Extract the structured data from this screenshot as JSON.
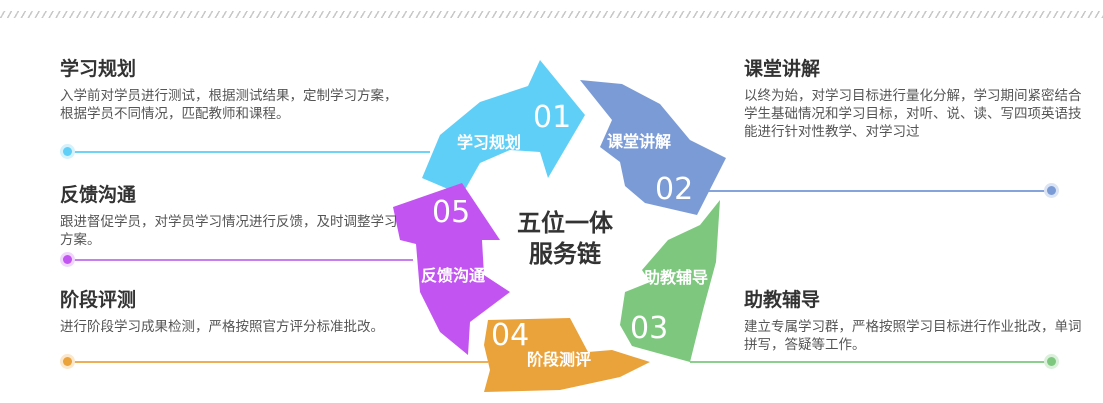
{
  "center_title": [
    "五位一体",
    "服务链"
  ],
  "steps": [
    {
      "num": "01",
      "label": "学习规划",
      "title": "学习规划",
      "desc": "入学前对学员进行测试，根据测试结果，定制学习方案，根据学员不同情况，匹配教师和课程。",
      "color": "#5fcff8"
    },
    {
      "num": "02",
      "label": "课堂讲解",
      "title": "课堂讲解",
      "desc": "以终为始，对学习目标进行量化分解，学习期间紧密结合学生基础情况和学习目标，对听、说、读、写四项英语技能进行针对性教学、对学习过",
      "color": "#7b9bd6"
    },
    {
      "num": "03",
      "label": "助教辅导",
      "title": "助教辅导",
      "desc": "建立专属学习群，严格按照学习目标进行作业批改，单词拼写，答疑等工作。",
      "color": "#7dc87e"
    },
    {
      "num": "04",
      "label": "阶段测评",
      "title": "阶段评测",
      "desc": "进行阶段学习成果检测，严格按照官方评分标准批改。",
      "color": "#eaa23a"
    },
    {
      "num": "05",
      "label": "反馈沟通",
      "title": "反馈沟通",
      "desc": "跟进督促学员，对学员学习情况进行反馈，及时调整学习方案。",
      "color": "#c254f2"
    }
  ]
}
